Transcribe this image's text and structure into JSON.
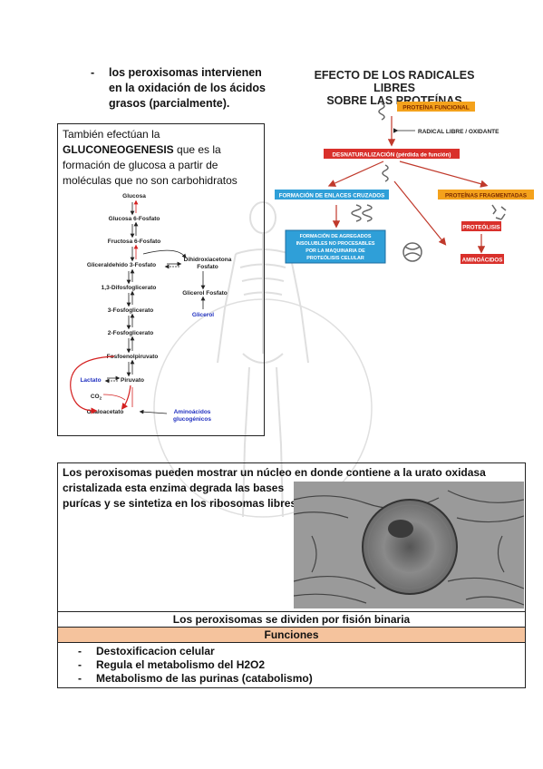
{
  "top_bullet": {
    "dash": "-",
    "text": "los peroxisomas intervienen en la oxidación de los ácidos grasos (parcialmente)."
  },
  "gluco_box": {
    "intro_plain": "También efectúan la",
    "intro_bold": "GLUCONEOGENESIS",
    "intro_rest": "que es la formación de glucosa a partir de moléculas que no son carbohidratos",
    "pathway": {
      "glucosa": "Glucosa",
      "g6p": "Glucosa 6-Fosfato",
      "f6p": "Fructosa 6-Fosfato",
      "g3p": "Gliceraldehído 3-Fosfato",
      "dhap": "Dihidroxiacetona",
      "dhap2": "Fosfato",
      "bpg": "1,3-Difosfoglicerato",
      "pg3": "3-Fosfoglicerato",
      "gly_p": "Glicerol Fosfato",
      "glicerol": "Glicerol",
      "pg2": "2-Fosfoglicerato",
      "pep": "Fosfoenolpiruvato",
      "lactato": "Lactato",
      "piruvato": "Piruvato",
      "co2": "CO",
      "co2_sub": "2",
      "oxalo": "Oxaloacetato",
      "aa1": "Aminoácidos",
      "aa2": "glucogénicos"
    }
  },
  "radicales": {
    "title1": "EFECTO DE LOS RADICALES LIBRES",
    "title2": "SOBRE LAS PROTEÍNAS",
    "proteina_funcional": "PROTEÍNA FUNCIONAL",
    "radical": "RADICAL LIBRE / OXIDANTE",
    "desnat": "DESNATURALIZACIÓN (pérdida de función)",
    "enlaces": "FORMACIÓN DE ENLACES CRUZADOS",
    "fragmentadas": "PROTEÍNAS FRAGMENTADAS",
    "agregados1": "FORMACIÓN DE AGREGADOS",
    "agregados2": "INSOLUBLES NO PROCESABLES",
    "agregados3": "POR LA MAQUINARIA DE",
    "agregados4": "PROTEÓLISIS CELULAR",
    "proteolisis": "PROTEÓLISIS",
    "aminoacidos": "AMINOÁCIDOS",
    "colors": {
      "orange": "#f4a21c",
      "red": "#d9302b",
      "blue": "#2f9fd8",
      "arrow": "#c0392b"
    }
  },
  "table": {
    "row1_line1": "Los peroxisomas pueden mostrar un núcleo en donde contiene a la urato oxidasa",
    "row1_rest": "cristalizada esta enzima degrada las bases purícas y se sintetiza en los ribosomas libres",
    "row2": "Los peroxisomas se dividen por fisión binaria",
    "row3": "Funciones",
    "functions": [
      {
        "dash": "-",
        "text": "Destoxificacion celular"
      },
      {
        "dash": "-",
        "text": "Regula el metabolismo del ",
        "bold": "H2O2"
      },
      {
        "dash": "-",
        "text": "Metabolismo de las purinas (catabolismo)"
      }
    ],
    "header_color": "#f5c39d"
  }
}
